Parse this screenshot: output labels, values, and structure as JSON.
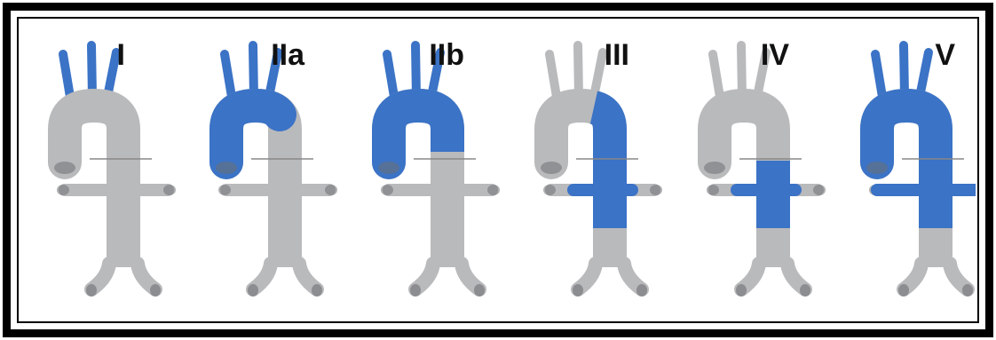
{
  "colors": {
    "blue": "#3b73c6",
    "gray": "#b9babc",
    "gray_dark": "#6d6f73",
    "frame": "#000000",
    "background": "#ffffff"
  },
  "icons": [
    "aorta-diagram"
  ],
  "panels": [
    {
      "label": "I",
      "arch": "none",
      "branches": "blue",
      "descending": "none",
      "iliac": "gray"
    },
    {
      "label": "IIa",
      "arch": "partial",
      "branches": "blue",
      "descending": "none",
      "iliac": "gray"
    },
    {
      "label": "IIb",
      "arch": "full",
      "branches": "blue",
      "descending": "none",
      "iliac": "gray"
    },
    {
      "label": "III",
      "arch": "distal",
      "branches": "gray",
      "descending": "full",
      "iliac": "gray"
    },
    {
      "label": "IV",
      "arch": "none",
      "branches": "gray",
      "descending": "abdominal",
      "iliac": "gray"
    },
    {
      "label": "V",
      "arch": "full",
      "branches": "blue",
      "descending": "full",
      "iliac": "gray"
    }
  ]
}
